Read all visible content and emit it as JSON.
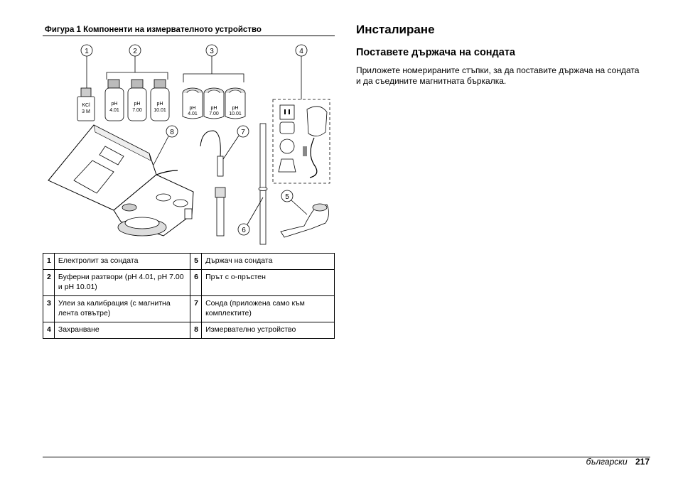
{
  "figure": {
    "caption": "Фигура 1  Компоненти на измервателното устройство",
    "callouts": [
      "1",
      "2",
      "3",
      "4",
      "5",
      "6",
      "7",
      "8"
    ],
    "bottle_kcl": [
      "KCl",
      "3 M"
    ],
    "buffer_bottles": [
      [
        "pH",
        "4.01"
      ],
      [
        "pH",
        "7.00"
      ],
      [
        "pH",
        "10.01"
      ]
    ],
    "calibration_cups": [
      [
        "pH",
        "4.01"
      ],
      [
        "pH",
        "7.00"
      ],
      [
        "pH",
        "10.01"
      ]
    ]
  },
  "legend": {
    "rows": [
      {
        "n1": "1",
        "t1": "Електролит за сондата",
        "n2": "5",
        "t2": "Държач на сондата"
      },
      {
        "n1": "2",
        "t1": "Буферни разтвори (pH 4.01, pH 7.00 и pH 10.01)",
        "n2": "6",
        "t2": "Прът с о-пръстен"
      },
      {
        "n1": "3",
        "t1": "Улеи за калибрация (с магнитна лента отвътре)",
        "n2": "7",
        "t2": "Сонда (приложена само към комплектите)"
      },
      {
        "n1": "4",
        "t1": "Захранване",
        "n2": "8",
        "t2": "Измервателно устройство"
      }
    ]
  },
  "section": {
    "title": "Инсталиране",
    "subtitle": "Поставете държача на сондата",
    "body": "Приложете номерираните стъпки, за да поставите държача на сондата и да съедините магнитната бъркалка."
  },
  "footer": {
    "language": "български",
    "page": "217"
  }
}
